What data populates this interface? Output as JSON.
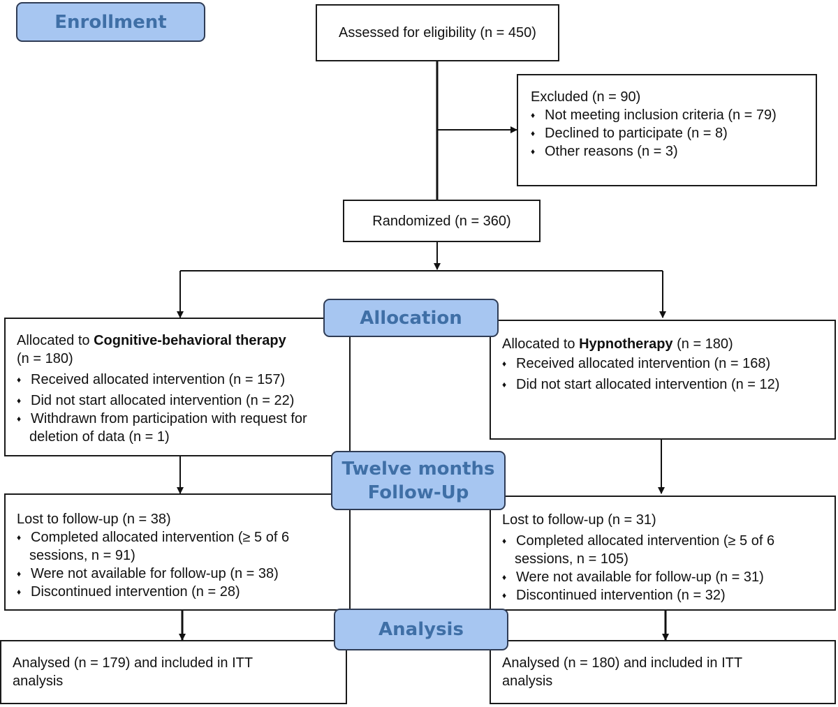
{
  "stages": {
    "enrollment": "Enrollment",
    "allocation": "Allocation",
    "followup_line1": "Twelve months",
    "followup_line2": "Follow-Up",
    "analysis": "Analysis"
  },
  "assessed": "Assessed for eligibility (n = 450)",
  "excluded": {
    "title": "Excluded (n = 90)",
    "items": [
      "Not meeting inclusion criteria (n = 79)",
      "Declined to participate (n = 8)",
      "Other reasons (n = 3)"
    ]
  },
  "randomized": "Randomized (n = 360)",
  "bullet_glyph": "♦",
  "left_allocation": {
    "prefix": "Allocated to ",
    "arm": "Cognitive-behavioral therapy",
    "n": "(n = 180)",
    "items": [
      "Received allocated intervention (n = 157)",
      "Did not start allocated intervention (n = 22)",
      "Withdrawn from participation with request for",
      "deletion of data (n = 1)"
    ]
  },
  "right_allocation": {
    "prefix": "Allocated to ",
    "arm": "Hypnotherapy",
    "n": " (n = 180)",
    "items": [
      "Received allocated intervention (n = 168)",
      "Did not start allocated intervention (n = 12)"
    ]
  },
  "left_followup": {
    "title": "Lost to follow-up (n = 38)",
    "items": [
      "Completed allocated intervention (≥ 5 of 6",
      "sessions, n = 91)",
      "Were not available for follow-up (n = 38)",
      "Discontinued intervention (n = 28)"
    ]
  },
  "right_followup": {
    "title": "Lost to follow-up (n = 31)",
    "items": [
      "Completed allocated intervention (≥ 5 of 6",
      "sessions, n = 105)",
      "Were not available for follow-up (n = 31)",
      "Discontinued intervention (n = 32)"
    ]
  },
  "left_analysis": {
    "line1": "Analysed (n = 179) and included in ITT",
    "line2": "analysis"
  },
  "right_analysis": {
    "line1": "Analysed (n = 180) and included in ITT",
    "line2": "analysis"
  }
}
